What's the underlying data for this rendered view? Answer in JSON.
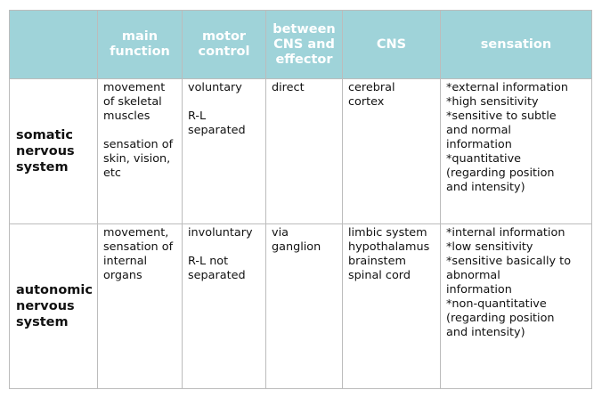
{
  "table": {
    "headers": [
      "",
      "main\nfunction",
      "motor\ncontrol",
      "between\nCNS and\neffector",
      "CNS",
      "sensation"
    ],
    "rows": [
      {
        "label": "somatic\nnervous\nsystem",
        "main_function": "movement\nof skeletal\nmuscles\n\nsensation of\nskin, vision,\netc",
        "motor_control": "voluntary\n\nR-L\n  separated",
        "between": "direct",
        "cns": "cerebral\n   cortex",
        "sensation": "*external information\n*high sensitivity\n*sensitive to subtle\n   and normal\n   information\n*quantitative\n   (regarding position\n   and intensity)"
      },
      {
        "label": "autonomic\nnervous\nsystem",
        "main_function": "movement,\nsensation of\ninternal\norgans",
        "motor_control": "involuntary\n\nR-L not\n  separated",
        "between": "via\nganglion",
        "cns": "limbic system\nhypothalamus\nbrainstem\nspinal cord",
        "sensation": "*internal information\n*low sensitivity\n*sensitive basically to\n   abnormal\n   information\n*non-quantitative\n   (regarding position\n   and intensity)"
      }
    ]
  },
  "colors": {
    "header_bg": "#9fd3d9",
    "header_text": "#ffffff",
    "border": "#bcbcbc"
  }
}
